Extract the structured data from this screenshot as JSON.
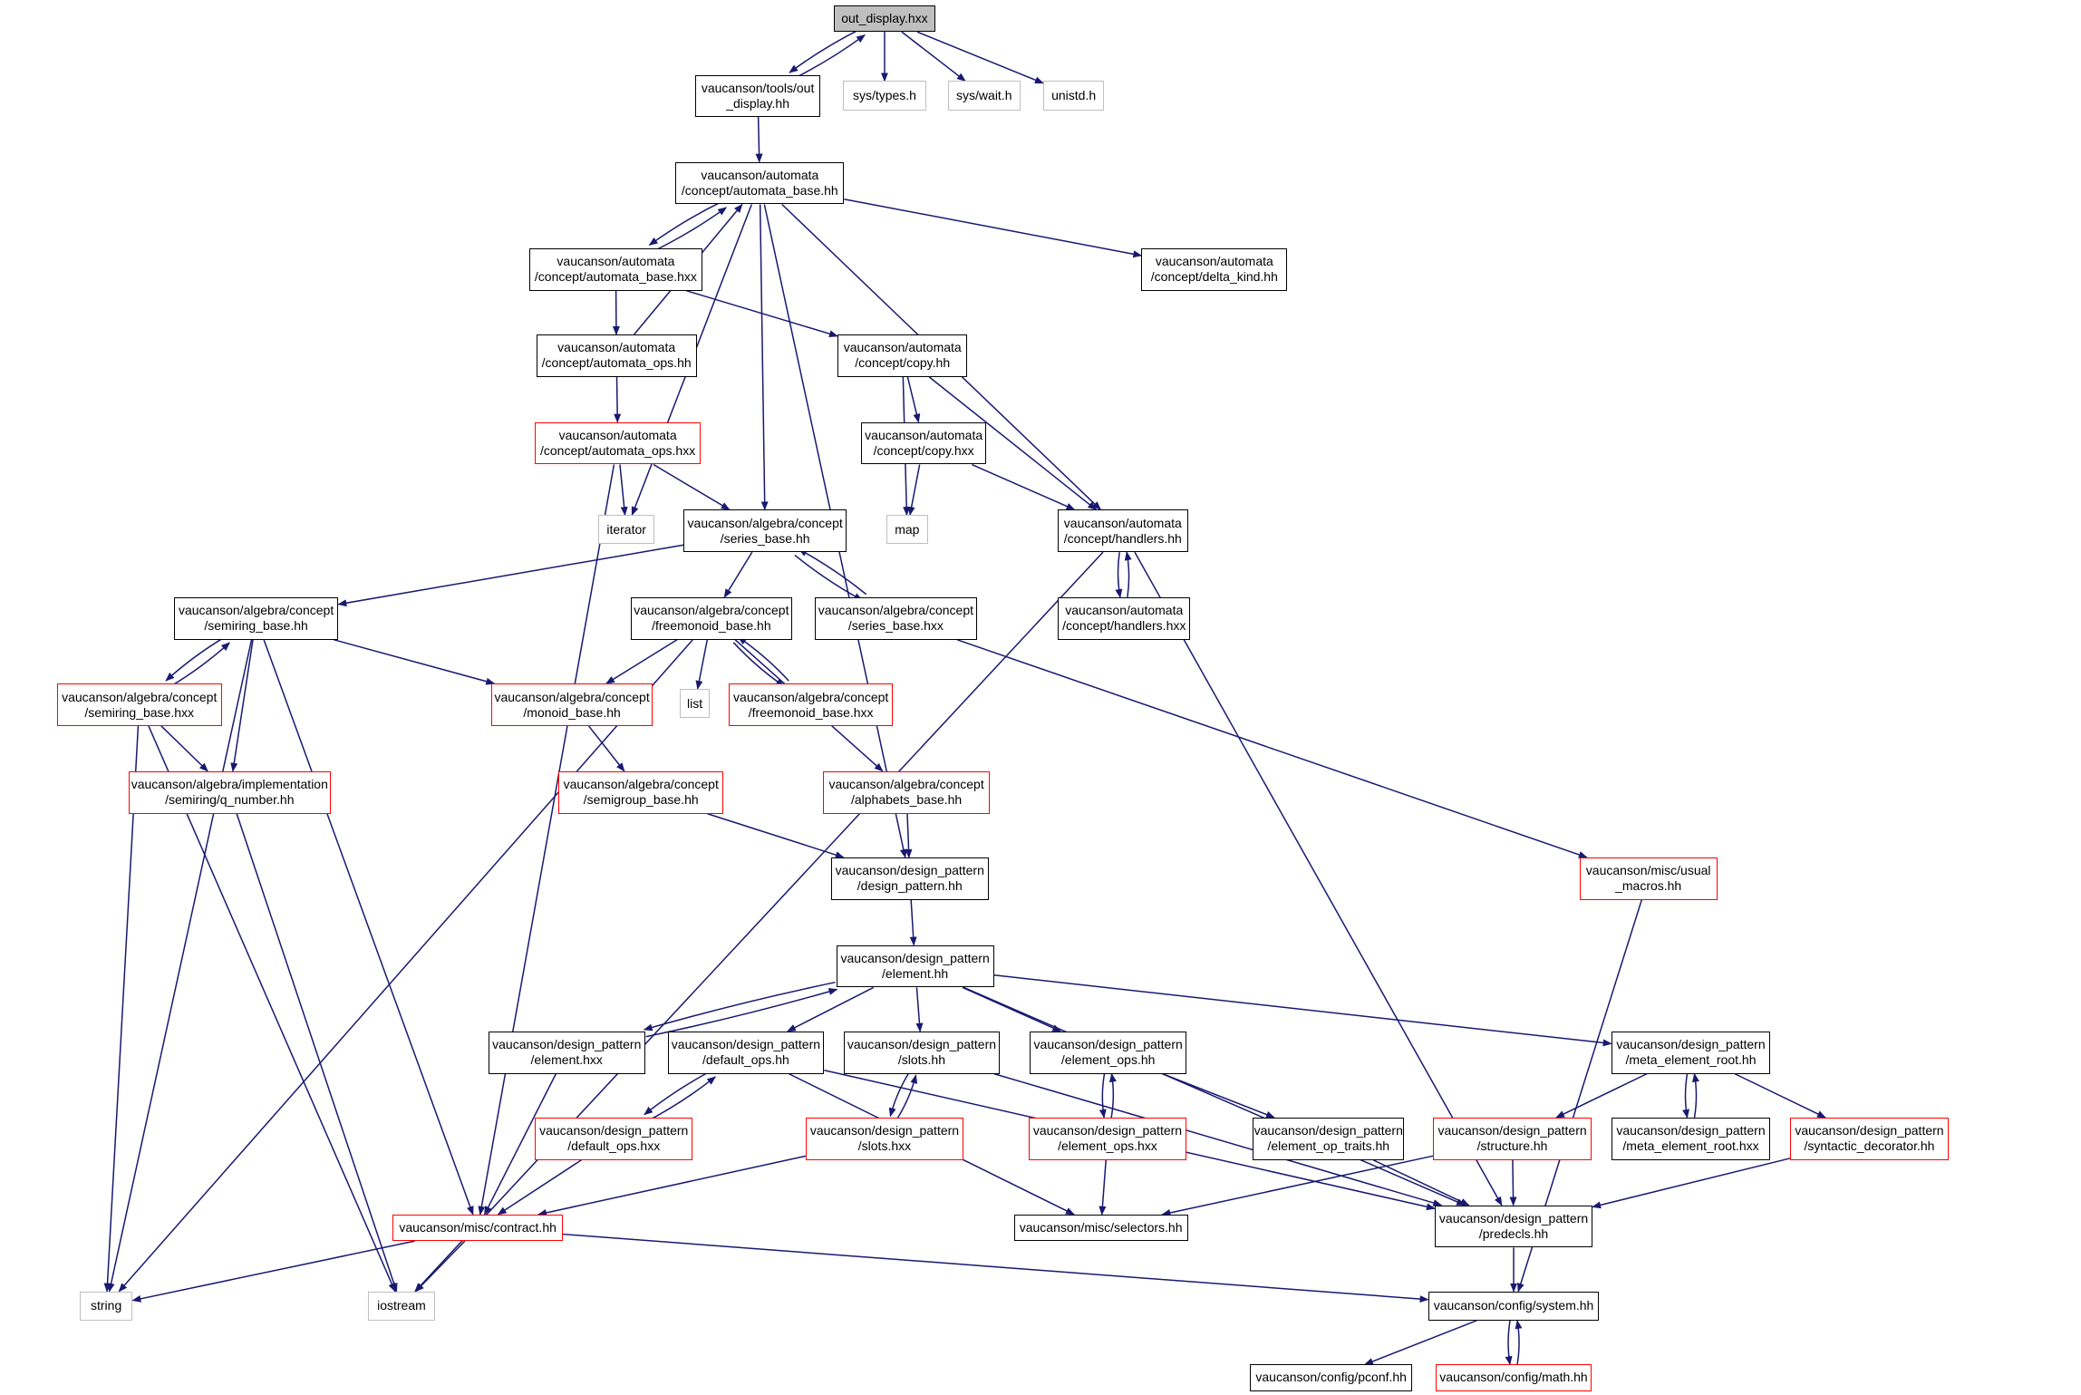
{
  "colors": {
    "edge": "#191970",
    "box_border": "#000000",
    "truncated_border": "#ff0000",
    "external_border": "#bfbfbf",
    "root_fill": "#bfbfbf"
  },
  "nodes": [
    {
      "id": "out_display_hxx",
      "label": "out_display.hxx",
      "style": "root"
    },
    {
      "id": "tools_out_display_hh",
      "label": "vaucanson/tools/out\n_display.hh",
      "style": "black"
    },
    {
      "id": "sys_types_h",
      "label": "sys/types.h",
      "style": "gray"
    },
    {
      "id": "sys_wait_h",
      "label": "sys/wait.h",
      "style": "gray"
    },
    {
      "id": "unistd_h",
      "label": "unistd.h",
      "style": "gray"
    },
    {
      "id": "automata_base_hh",
      "label": "vaucanson/automata\n/concept/automata_base.hh",
      "style": "black"
    },
    {
      "id": "automata_base_hxx",
      "label": "vaucanson/automata\n/concept/automata_base.hxx",
      "style": "black"
    },
    {
      "id": "delta_kind_hh",
      "label": "vaucanson/automata\n/concept/delta_kind.hh",
      "style": "black"
    },
    {
      "id": "automata_ops_hh",
      "label": "vaucanson/automata\n/concept/automata_ops.hh",
      "style": "black"
    },
    {
      "id": "copy_hh",
      "label": "vaucanson/automata\n/concept/copy.hh",
      "style": "black"
    },
    {
      "id": "automata_ops_hxx",
      "label": "vaucanson/automata\n/concept/automata_ops.hxx",
      "style": "red"
    },
    {
      "id": "copy_hxx",
      "label": "vaucanson/automata\n/concept/copy.hxx",
      "style": "black"
    },
    {
      "id": "iterator",
      "label": "iterator",
      "style": "gray"
    },
    {
      "id": "series_base_hh",
      "label": "vaucanson/algebra/concept\n/series_base.hh",
      "style": "black"
    },
    {
      "id": "map",
      "label": "map",
      "style": "gray"
    },
    {
      "id": "handlers_hh",
      "label": "vaucanson/automata\n/concept/handlers.hh",
      "style": "black"
    },
    {
      "id": "semiring_base_hh",
      "label": "vaucanson/algebra/concept\n/semiring_base.hh",
      "style": "black"
    },
    {
      "id": "freemonoid_base_hh",
      "label": "vaucanson/algebra/concept\n/freemonoid_base.hh",
      "style": "black"
    },
    {
      "id": "series_base_hxx",
      "label": "vaucanson/algebra/concept\n/series_base.hxx",
      "style": "black"
    },
    {
      "id": "handlers_hxx",
      "label": "vaucanson/automata\n/concept/handlers.hxx",
      "style": "black"
    },
    {
      "id": "semiring_base_hxx",
      "label": "vaucanson/algebra/concept\n/semiring_base.hxx",
      "style": "red"
    },
    {
      "id": "monoid_base_hh",
      "label": "vaucanson/algebra/concept\n/monoid_base.hh",
      "style": "red"
    },
    {
      "id": "list",
      "label": "list",
      "style": "gray"
    },
    {
      "id": "freemonoid_base_hxx",
      "label": "vaucanson/algebra/concept\n/freemonoid_base.hxx",
      "style": "red"
    },
    {
      "id": "q_number_hh",
      "label": "vaucanson/algebra/implementation\n/semiring/q_number.hh",
      "style": "red"
    },
    {
      "id": "semigroup_base_hh",
      "label": "vaucanson/algebra/concept\n/semigroup_base.hh",
      "style": "red"
    },
    {
      "id": "alphabets_base_hh",
      "label": "vaucanson/algebra/concept\n/alphabets_base.hh",
      "style": "red"
    },
    {
      "id": "design_pattern_hh",
      "label": "vaucanson/design_pattern\n/design_pattern.hh",
      "style": "black"
    },
    {
      "id": "usual_macros_hh",
      "label": "vaucanson/misc/usual\n_macros.hh",
      "style": "red"
    },
    {
      "id": "element_hh",
      "label": "vaucanson/design_pattern\n/element.hh",
      "style": "black"
    },
    {
      "id": "element_hxx",
      "label": "vaucanson/design_pattern\n/element.hxx",
      "style": "black"
    },
    {
      "id": "default_ops_hh",
      "label": "vaucanson/design_pattern\n/default_ops.hh",
      "style": "black"
    },
    {
      "id": "slots_hh",
      "label": "vaucanson/design_pattern\n/slots.hh",
      "style": "black"
    },
    {
      "id": "element_ops_hh",
      "label": "vaucanson/design_pattern\n/element_ops.hh",
      "style": "black"
    },
    {
      "id": "meta_element_root_hh",
      "label": "vaucanson/design_pattern\n/meta_element_root.hh",
      "style": "black"
    },
    {
      "id": "default_ops_hxx",
      "label": "vaucanson/design_pattern\n/default_ops.hxx",
      "style": "red"
    },
    {
      "id": "slots_hxx",
      "label": "vaucanson/design_pattern\n/slots.hxx",
      "style": "red"
    },
    {
      "id": "element_ops_hxx",
      "label": "vaucanson/design_pattern\n/element_ops.hxx",
      "style": "red"
    },
    {
      "id": "element_op_traits_hh",
      "label": "vaucanson/design_pattern\n/element_op_traits.hh",
      "style": "black"
    },
    {
      "id": "structure_hh",
      "label": "vaucanson/design_pattern\n/structure.hh",
      "style": "red"
    },
    {
      "id": "meta_element_root_hxx",
      "label": "vaucanson/design_pattern\n/meta_element_root.hxx",
      "style": "black"
    },
    {
      "id": "syntactic_decorator_hh",
      "label": "vaucanson/design_pattern\n/syntactic_decorator.hh",
      "style": "red"
    },
    {
      "id": "contract_hh",
      "label": "vaucanson/misc/contract.hh",
      "style": "red"
    },
    {
      "id": "selectors_hh",
      "label": "vaucanson/misc/selectors.hh",
      "style": "black"
    },
    {
      "id": "predecls_hh",
      "label": "vaucanson/design_pattern\n/predecls.hh",
      "style": "black"
    },
    {
      "id": "string",
      "label": "string",
      "style": "gray"
    },
    {
      "id": "iostream",
      "label": "iostream",
      "style": "gray"
    },
    {
      "id": "system_hh",
      "label": "vaucanson/config/system.hh",
      "style": "black"
    },
    {
      "id": "pconf_hh",
      "label": "vaucanson/config/pconf.hh",
      "style": "black"
    },
    {
      "id": "math_hh",
      "label": "vaucanson/config/math.hh",
      "style": "red"
    }
  ],
  "edges": [
    [
      "out_display_hxx",
      "tools_out_display_hh"
    ],
    [
      "out_display_hxx",
      "sys_types_h"
    ],
    [
      "out_display_hxx",
      "sys_wait_h"
    ],
    [
      "out_display_hxx",
      "unistd_h"
    ],
    [
      "tools_out_display_hh",
      "out_display_hxx"
    ],
    [
      "tools_out_display_hh",
      "automata_base_hh"
    ],
    [
      "automata_base_hh",
      "automata_base_hxx"
    ],
    [
      "automata_base_hh",
      "delta_kind_hh"
    ],
    [
      "automata_base_hh",
      "iterator"
    ],
    [
      "automata_base_hh",
      "series_base_hh"
    ],
    [
      "automata_base_hh",
      "handlers_hh"
    ],
    [
      "automata_base_hh",
      "design_pattern_hh"
    ],
    [
      "automata_base_hxx",
      "automata_base_hh"
    ],
    [
      "automata_base_hxx",
      "automata_ops_hh"
    ],
    [
      "automata_base_hxx",
      "copy_hh"
    ],
    [
      "automata_ops_hh",
      "automata_base_hh"
    ],
    [
      "automata_ops_hh",
      "automata_ops_hxx"
    ],
    [
      "copy_hh",
      "copy_hxx"
    ],
    [
      "copy_hh",
      "map"
    ],
    [
      "copy_hh",
      "handlers_hh"
    ],
    [
      "copy_hxx",
      "map"
    ],
    [
      "copy_hxx",
      "handlers_hh"
    ],
    [
      "automata_ops_hxx",
      "iterator"
    ],
    [
      "automata_ops_hxx",
      "series_base_hh"
    ],
    [
      "automata_ops_hxx",
      "contract_hh"
    ],
    [
      "handlers_hh",
      "handlers_hxx"
    ],
    [
      "handlers_hh",
      "predecls_hh"
    ],
    [
      "handlers_hh",
      "iostream"
    ],
    [
      "handlers_hxx",
      "handlers_hh"
    ],
    [
      "series_base_hh",
      "semiring_base_hh"
    ],
    [
      "series_base_hh",
      "freemonoid_base_hh"
    ],
    [
      "series_base_hh",
      "series_base_hxx"
    ],
    [
      "series_base_hxx",
      "series_base_hh"
    ],
    [
      "series_base_hxx",
      "usual_macros_hh"
    ],
    [
      "semiring_base_hh",
      "semiring_base_hxx"
    ],
    [
      "semiring_base_hh",
      "string"
    ],
    [
      "semiring_base_hh",
      "q_number_hh"
    ],
    [
      "semiring_base_hh",
      "monoid_base_hh"
    ],
    [
      "semiring_base_hh",
      "contract_hh"
    ],
    [
      "semiring_base_hxx",
      "semiring_base_hh"
    ],
    [
      "semiring_base_hxx",
      "string"
    ],
    [
      "semiring_base_hxx",
      "q_number_hh"
    ],
    [
      "semiring_base_hxx",
      "iostream"
    ],
    [
      "freemonoid_base_hh",
      "string"
    ],
    [
      "freemonoid_base_hh",
      "monoid_base_hh"
    ],
    [
      "freemonoid_base_hh",
      "list"
    ],
    [
      "freemonoid_base_hh",
      "freemonoid_base_hxx"
    ],
    [
      "freemonoid_base_hh",
      "alphabets_base_hh"
    ],
    [
      "freemonoid_base_hxx",
      "freemonoid_base_hh"
    ],
    [
      "monoid_base_hh",
      "semigroup_base_hh"
    ],
    [
      "semigroup_base_hh",
      "design_pattern_hh"
    ],
    [
      "alphabets_base_hh",
      "design_pattern_hh"
    ],
    [
      "q_number_hh",
      "iostream"
    ],
    [
      "design_pattern_hh",
      "element_hh"
    ],
    [
      "usual_macros_hh",
      "system_hh"
    ],
    [
      "element_hh",
      "element_hxx"
    ],
    [
      "element_hh",
      "default_ops_hh"
    ],
    [
      "element_hh",
      "slots_hh"
    ],
    [
      "element_hh",
      "element_ops_hh"
    ],
    [
      "element_hh",
      "meta_element_root_hh"
    ],
    [
      "element_hh",
      "predecls_hh"
    ],
    [
      "element_hxx",
      "element_hh"
    ],
    [
      "element_hxx",
      "contract_hh"
    ],
    [
      "default_ops_hh",
      "default_ops_hxx"
    ],
    [
      "default_ops_hh",
      "selectors_hh"
    ],
    [
      "default_ops_hh",
      "predecls_hh"
    ],
    [
      "default_ops_hxx",
      "default_ops_hh"
    ],
    [
      "default_ops_hxx",
      "contract_hh"
    ],
    [
      "slots_hh",
      "slots_hxx"
    ],
    [
      "slots_hh",
      "predecls_hh"
    ],
    [
      "slots_hxx",
      "slots_hh"
    ],
    [
      "slots_hxx",
      "contract_hh"
    ],
    [
      "element_ops_hh",
      "element_ops_hxx"
    ],
    [
      "element_ops_hh",
      "element_op_traits_hh"
    ],
    [
      "element_ops_hxx",
      "element_ops_hh"
    ],
    [
      "element_ops_hxx",
      "selectors_hh"
    ],
    [
      "element_op_traits_hh",
      "predecls_hh"
    ],
    [
      "meta_element_root_hh",
      "structure_hh"
    ],
    [
      "meta_element_root_hh",
      "meta_element_root_hxx"
    ],
    [
      "meta_element_root_hh",
      "syntactic_decorator_hh"
    ],
    [
      "meta_element_root_hxx",
      "meta_element_root_hh"
    ],
    [
      "structure_hh",
      "predecls_hh"
    ],
    [
      "structure_hh",
      "selectors_hh"
    ],
    [
      "syntactic_decorator_hh",
      "predecls_hh"
    ],
    [
      "contract_hh",
      "string"
    ],
    [
      "contract_hh",
      "iostream"
    ],
    [
      "contract_hh",
      "system_hh"
    ],
    [
      "predecls_hh",
      "system_hh"
    ],
    [
      "system_hh",
      "pconf_hh"
    ],
    [
      "system_hh",
      "math_hh"
    ],
    [
      "math_hh",
      "system_hh"
    ]
  ]
}
